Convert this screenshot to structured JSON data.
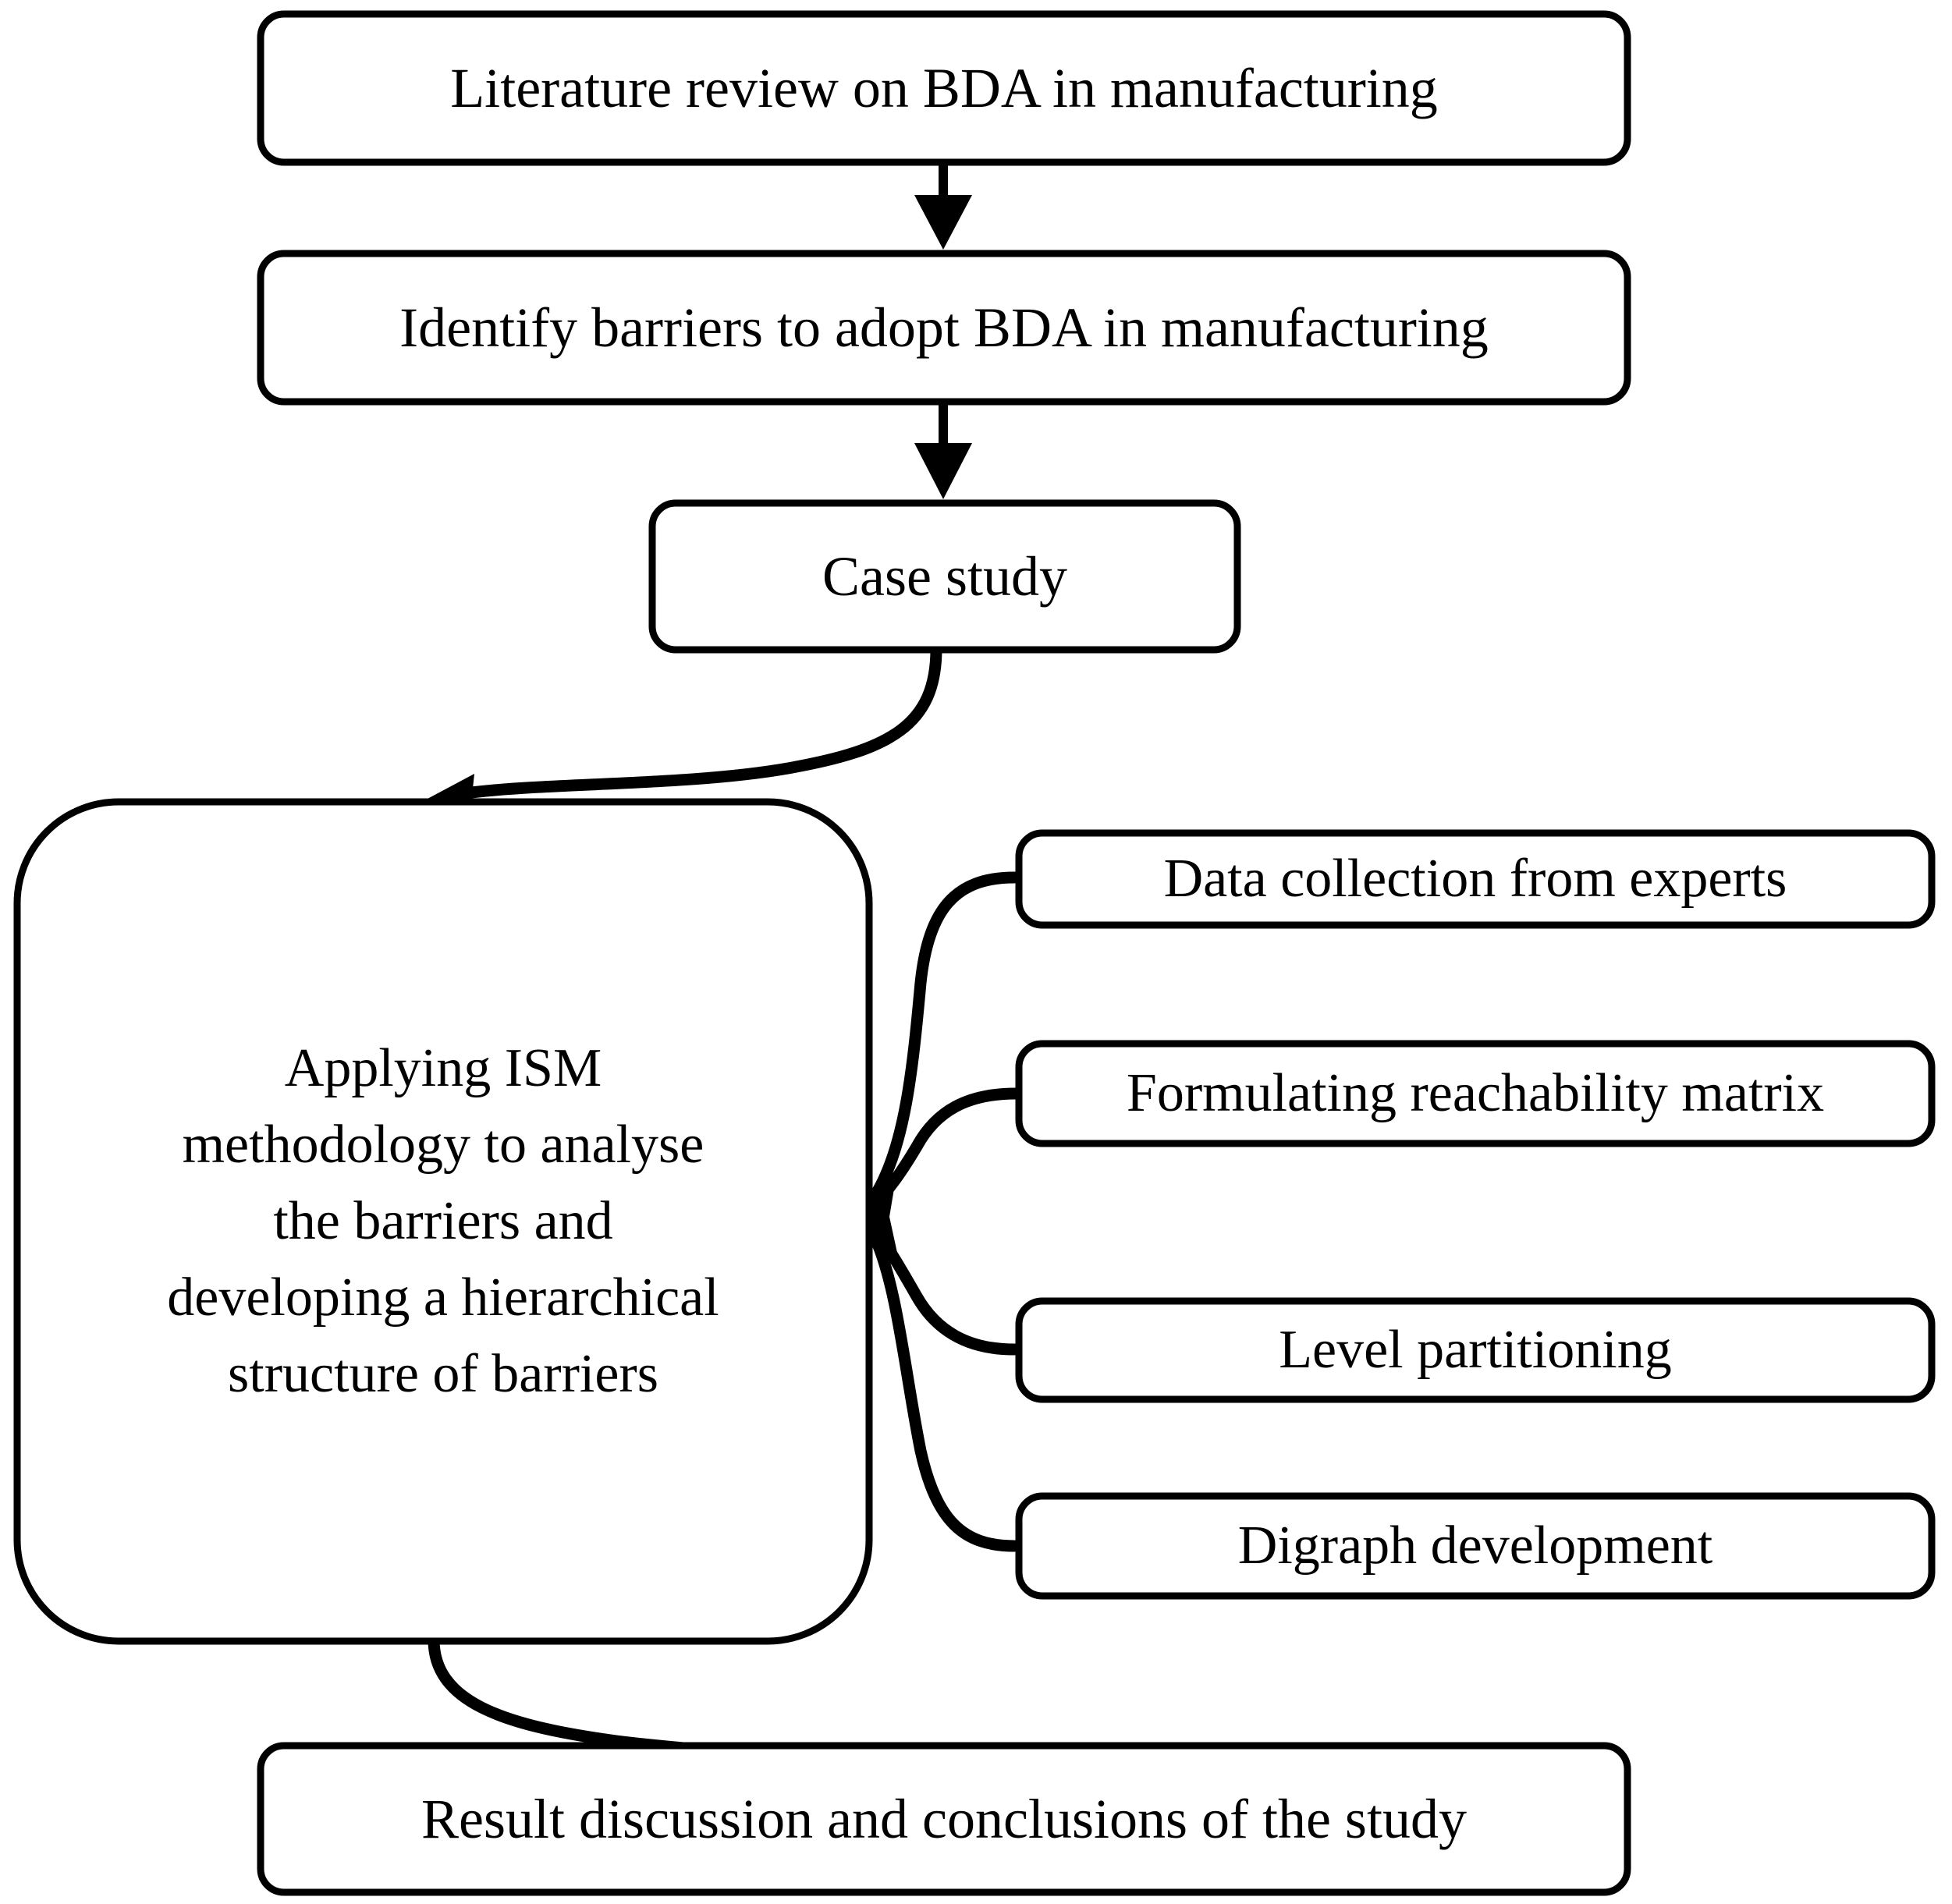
{
  "diagram": {
    "type": "flowchart",
    "title": "Research methodology flowchart for analysing BDA adoption barriers",
    "orientation": "top-to-bottom with right-side sub-steps",
    "stroke_color": "#000000",
    "fill_color": "#ffffff",
    "background_color": "#ffffff"
  },
  "nodes": {
    "literature_review": {
      "label": "Literature review on BDA in manufacturing",
      "shape": "rounded-rectangle"
    },
    "identify_barriers": {
      "label": "Identify barriers to adopt BDA in manufacturing",
      "shape": "rounded-rectangle"
    },
    "case_study": {
      "label": "Case study",
      "shape": "rounded-rectangle"
    },
    "applying_ism": {
      "label": "Applying ISM\nmethodology to analyse\nthe barriers and\ndeveloping a hierarchical\nstructure of barriers",
      "lines": [
        "Applying ISM",
        "methodology to analyse",
        "the barriers and",
        "developing a hierarchical",
        "structure of barriers"
      ],
      "shape": "rounded-rectangle-large"
    },
    "data_collection": {
      "label": "Data collection from experts",
      "shape": "rounded-rectangle"
    },
    "reachability_matrix": {
      "label": "Formulating reachability matrix",
      "shape": "rounded-rectangle"
    },
    "level_partitioning": {
      "label": "Level partitioning",
      "shape": "rounded-rectangle"
    },
    "digraph_development": {
      "label": "Digraph development",
      "shape": "rounded-rectangle"
    },
    "result_discussion": {
      "label": "Result discussion and conclusions of the study",
      "shape": "rounded-rectangle"
    }
  },
  "edges": [
    {
      "from": "literature_review",
      "to": "identify_barriers",
      "style": "straight-arrow-down"
    },
    {
      "from": "identify_barriers",
      "to": "case_study",
      "style": "straight-arrow-down"
    },
    {
      "from": "case_study",
      "to": "applying_ism",
      "style": "curved-arrow-s-left"
    },
    {
      "from": "data_collection",
      "to": "applying_ism",
      "style": "curved-arrow-left"
    },
    {
      "from": "reachability_matrix",
      "to": "applying_ism",
      "style": "curved-arrow-left"
    },
    {
      "from": "level_partitioning",
      "to": "applying_ism",
      "style": "curved-arrow-left"
    },
    {
      "from": "digraph_development",
      "to": "applying_ism",
      "style": "curved-arrow-left"
    },
    {
      "from": "applying_ism",
      "to": "result_discussion",
      "style": "curved-arrow-s-right"
    }
  ]
}
